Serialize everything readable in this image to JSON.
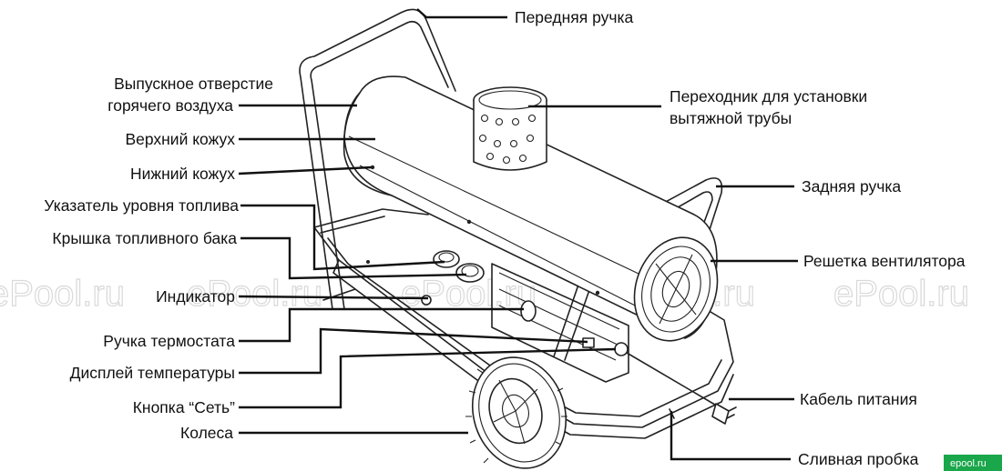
{
  "labels": {
    "front_handle": "Передняя ручка",
    "outlet": [
      "Выпускное отверстие",
      "горячего воздуха"
    ],
    "upper_casing": "Верхний кожух",
    "lower_casing": "Нижний кожух",
    "fuel_gauge": "Указатель уровня топлива",
    "tank_cap": "Крышка топливного бака",
    "indicator": "Индикатор",
    "thermostat_knob": "Ручка термостата",
    "temp_display": "Дисплей температуры",
    "power_button": "Кнопка “Сеть”",
    "wheels": "Колеса",
    "adapter": [
      "Переходник для установки",
      "вытяжной трубы"
    ],
    "rear_handle": "Задняя ручка",
    "fan_grille": "Решетка вентилятора",
    "power_cable": "Кабель питания",
    "drain_plug": "Сливная пробка"
  },
  "watermark": "ePool.ru",
  "badge": "epool.ru",
  "colors": {
    "line": "#111111",
    "watermark": "#d9d9d9",
    "badge_bg": "#1aa64a"
  }
}
